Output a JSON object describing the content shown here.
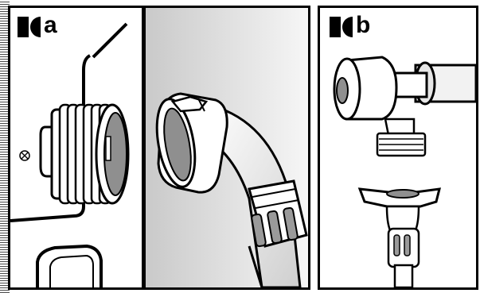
{
  "panels": [
    {
      "id": "a",
      "label": "a"
    },
    {
      "id": "b",
      "label": "b"
    }
  ]
}
